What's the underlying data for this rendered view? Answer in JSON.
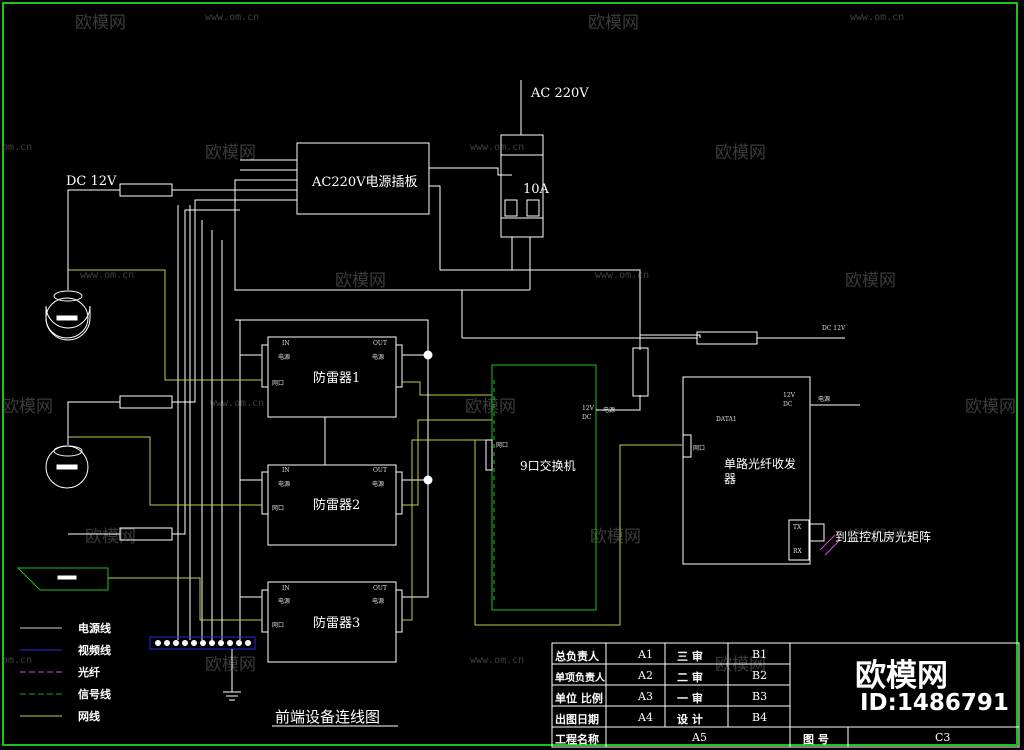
{
  "watermark": {
    "brand": "欧模网",
    "url": "www.om.cn",
    "url_short": "om.cn"
  },
  "labels": {
    "ac_220v": "AC 220V",
    "breaker_rating": "10A",
    "power_strip": "AC220V电源插板",
    "dc_12v": "DC 12V",
    "dc_12v_small": "DC 12V",
    "arrester_1": "防雷器1",
    "arrester_2": "防雷器2",
    "arrester_3": "防雷器3",
    "switch": "9口交换机",
    "fiber_transceiver": "单路光纤收发器",
    "to_room": "到监控机房光矩阵",
    "title": "前端设备连线图",
    "port_in": "IN",
    "port_out": "OUT",
    "power": "电源",
    "lan": "网口",
    "data1": "DATA1",
    "p12v": "12V",
    "dc": "DC",
    "tx": "TX",
    "rx": "RX"
  },
  "legend": [
    {
      "label": "电源线",
      "color": "#d0d0d0"
    },
    {
      "label": "视频线",
      "color": "#2a2ad8"
    },
    {
      "label": "光纤",
      "color": "#e048e0"
    },
    {
      "label": "信号线",
      "color": "#1aa31a"
    },
    {
      "label": "网线",
      "color": "#c8c84a"
    }
  ],
  "title_block": {
    "rows": [
      {
        "k": "总负责人",
        "a": "A1",
        "m": "三  审",
        "b": "B1"
      },
      {
        "k": "单项负责人",
        "a": "A2",
        "m": "二  审",
        "b": "B2"
      },
      {
        "k": "单位  比例",
        "a": "A3",
        "m": "一  审",
        "b": "B3"
      },
      {
        "k": "出图日期",
        "a": "A4",
        "m": "设  计",
        "b": "B4"
      }
    ],
    "project_name_label": "工程名称",
    "project_name_value": "A5",
    "drawing_no_label": "图  号",
    "drawing_no_value": "C3"
  },
  "brand": {
    "name": "欧模网",
    "id": "ID:1486791"
  },
  "colors": {
    "power": "#d0d0d0",
    "network": "#c8c84a",
    "signal": "#1aa31a",
    "fiber": "#e048e0",
    "video": "#2a2ad8",
    "frame": "#19c319"
  }
}
